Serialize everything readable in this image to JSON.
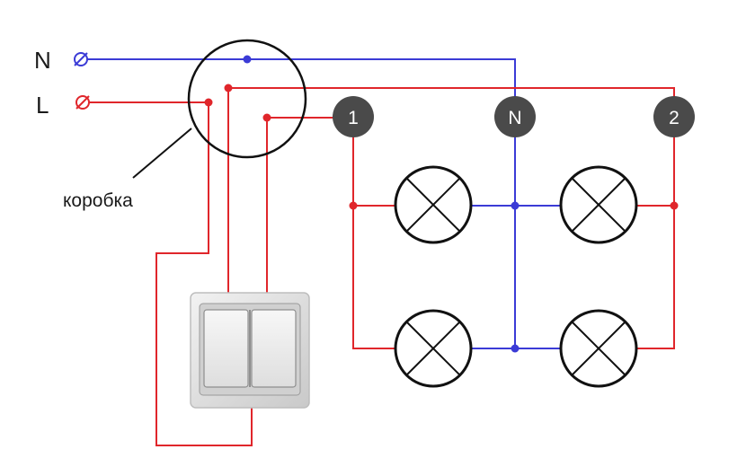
{
  "terminals": {
    "neutral_label": "N",
    "line_label": "L"
  },
  "junction_box": {
    "label": "коробка"
  },
  "nodes": {
    "node_1": "1",
    "node_n": "N",
    "node_2": "2"
  },
  "colors": {
    "neutral_wire": "#3b3bd6",
    "line_wire": "#e0262b",
    "node_fill": "#4a4a4a",
    "outline": "#111111"
  },
  "switch": {
    "type": "two-gang switch"
  },
  "lamps": {
    "count": 4
  }
}
